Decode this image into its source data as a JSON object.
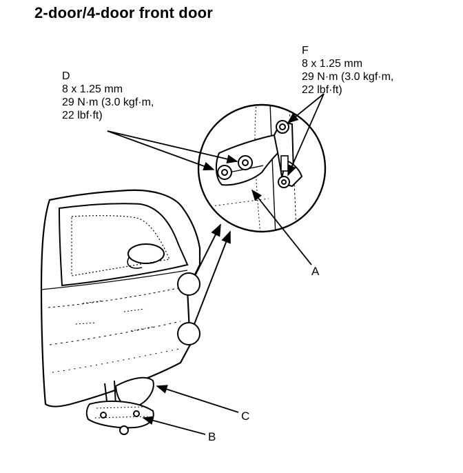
{
  "title": "2-door/4-door front door",
  "callouts": {
    "D": {
      "letter": "D",
      "size": "8 x 1.25 mm",
      "torque_metric": "29 N·m (3.0 kgf·m,",
      "torque_imperial": "22 lbf·ft)"
    },
    "F": {
      "letter": "F",
      "size": "8 x 1.25 mm",
      "torque_metric": "29 N·m (3.0 kgf·m,",
      "torque_imperial": "22 lbf·ft)"
    }
  },
  "labels": {
    "A": "A",
    "B": "B",
    "C": "C"
  }
}
